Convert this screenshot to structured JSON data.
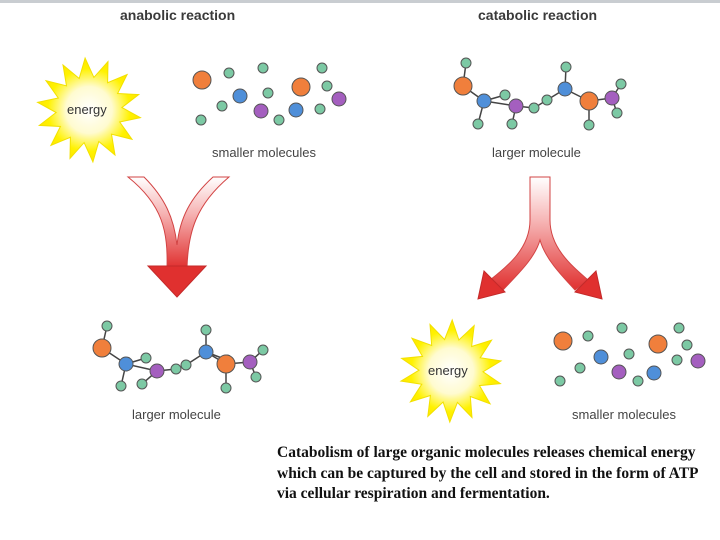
{
  "colors": {
    "orange_atom": "#f07f3c",
    "blue_atom": "#4f8fd9",
    "purple_atom": "#a45fbf",
    "green_atom": "#7cc9a4",
    "arrow_red": "#e23a3a",
    "burst_yellow": "#fff200"
  },
  "anabolic": {
    "heading": "anabolic reaction",
    "energy_label": "energy",
    "input_label": "smaller molecules",
    "output_label": "larger molecule"
  },
  "catabolic": {
    "heading": "catabolic reaction",
    "energy_label": "energy",
    "input_label": "larger molecule",
    "output_label": "smaller molecules"
  },
  "caption": "Catabolism of large organic molecules releases chemical energy which can be captured by the cell and stored in the form of ATP via cellular respiration and fermentation."
}
